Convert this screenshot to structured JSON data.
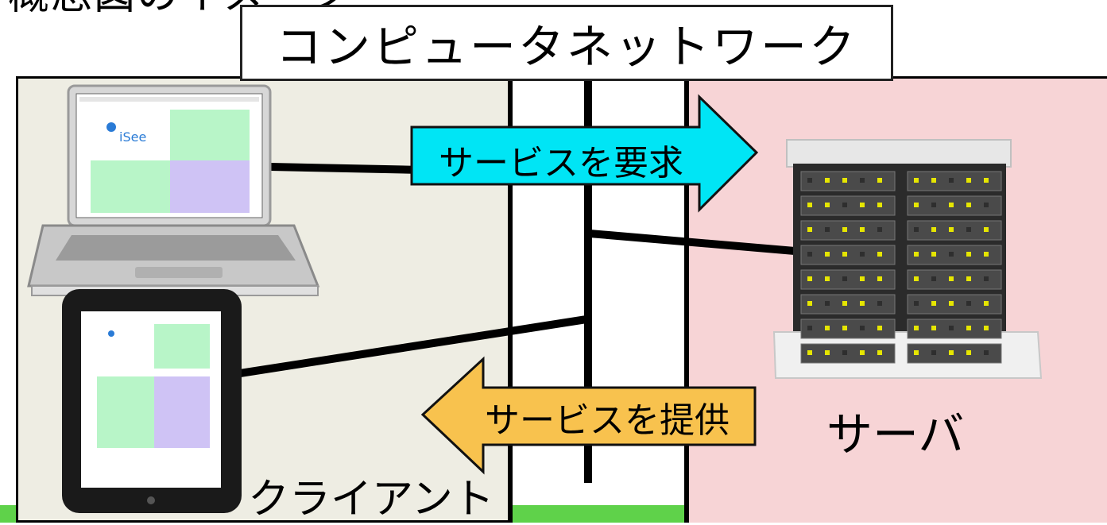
{
  "title": "コンピュータネットワーク",
  "top_cut_text": "概念図のイメージ",
  "arrows": {
    "request": {
      "label": "サービスを要求",
      "color": "#00e5f5"
    },
    "provide": {
      "label": "サービスを提供",
      "color": "#f8c24e"
    }
  },
  "zones": {
    "client": {
      "label": "クライアント",
      "color": "#eeede3"
    },
    "server": {
      "label": "サーバ",
      "color": "#f7d4d6"
    },
    "network_color": "#ffffff"
  },
  "devices": {
    "laptop": "laptop-icon",
    "tablet": "tablet-icon",
    "server": "server-rack-icon"
  },
  "colors": {
    "accent_green": "#5fd24a",
    "screen_green": "#b8f5c8",
    "screen_purple": "#cfc3f5"
  }
}
